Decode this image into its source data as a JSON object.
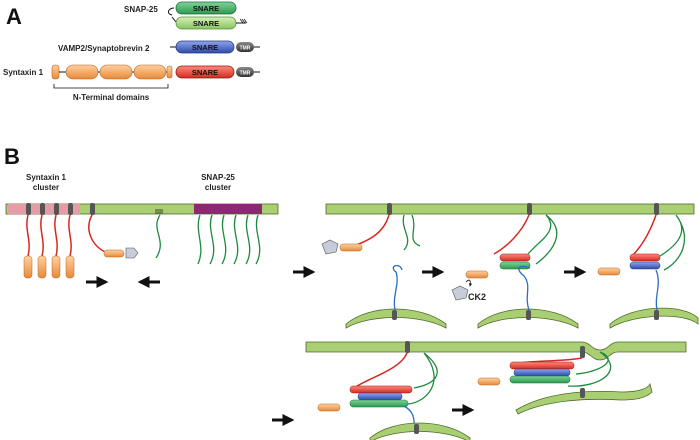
{
  "panels": {
    "a": "A",
    "b": "B"
  },
  "legend": {
    "snap25_label": "SNAP-25",
    "vamp_label": "VAMP2/Synaptobrevin 2",
    "syntaxin_label": "Syntaxin 1",
    "snare_label": "SNARE",
    "tmr_label": "TMR",
    "nterm_label": "N-Terminal domains"
  },
  "panel_b": {
    "syntaxin_cluster": [
      "Syntaxin 1",
      "cluster"
    ],
    "snap25_cluster": [
      "SNAP-25",
      "cluster"
    ],
    "ck2_label": "CK2"
  },
  "colors": {
    "membrane": "#a9cf72",
    "snap_green": "#3aa85a",
    "snap_light": "#9fd37e",
    "vamp_blue": "#3f5db8",
    "syntaxin_red": "#e03a2e",
    "nterm_orange": "#f2a25c",
    "tmr_gray": "#555555",
    "syntaxin_cluster_pink": "#e79aa8",
    "snap_cluster_purple": "#8a2a6e",
    "ck2_gray": "#c8ccd8"
  }
}
